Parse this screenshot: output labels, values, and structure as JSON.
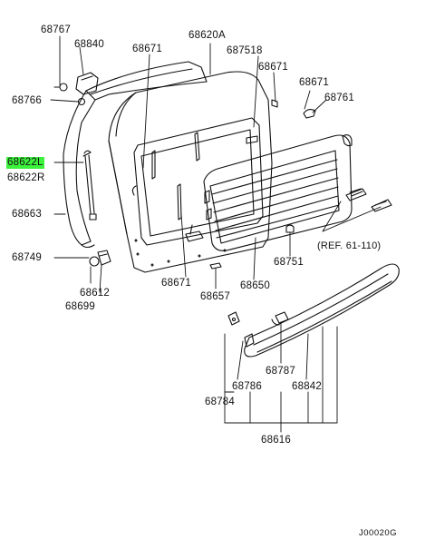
{
  "labels": {
    "p68767": "68767",
    "p68840": "68840",
    "p68766": "68766",
    "p68622L": "68622L",
    "p68622R": "68622R",
    "p68663": "68663",
    "p68749": "68749",
    "p68612": "68612",
    "p68699": "68699",
    "p68671_a": "68671",
    "p68620A": "68620A",
    "p687518": "687518",
    "p68671_b": "68671",
    "p68671_c": "68671",
    "p68761": "68761",
    "p68671_d": "68671",
    "p68650": "68650",
    "p68751": "68751",
    "p68657": "68657",
    "ref": "(REF. 61-110)",
    "p68787": "68787",
    "p68786": "68786",
    "p68842": "68842",
    "p68784": "68784",
    "p68616": "68616",
    "code": "J00020G"
  },
  "colors": {
    "highlight": "#3df23d",
    "line": "#111111"
  }
}
